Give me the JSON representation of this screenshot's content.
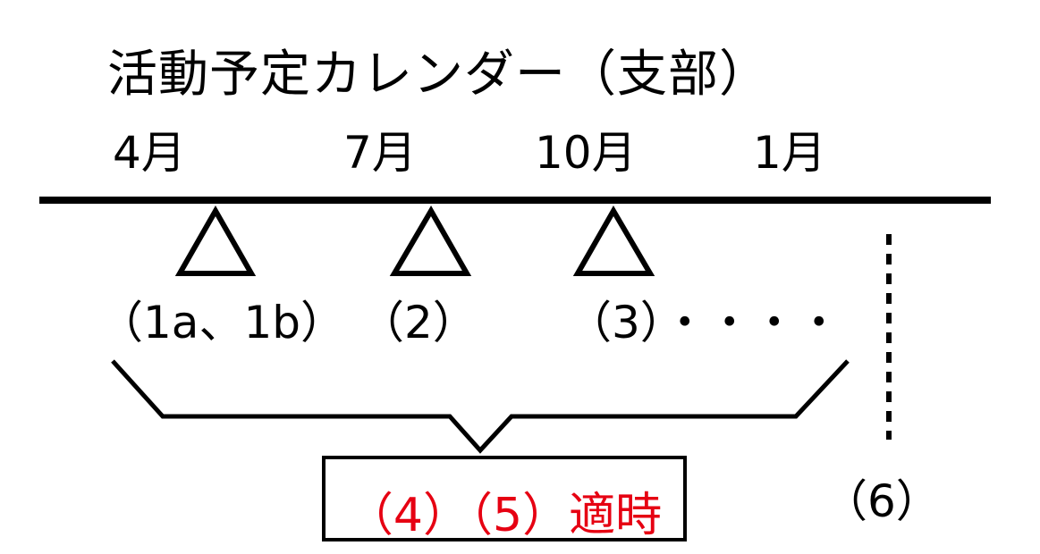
{
  "title": "活動予定カレンダー（支部）",
  "months": [
    "4月",
    "7月",
    "10月",
    "1月"
  ],
  "events": {
    "e1": "（1a、1b）",
    "e2": "（2）",
    "e3": "（3）・・・・",
    "e6": "（6）"
  },
  "box": {
    "label": "（4）（5）適時",
    "color": "#e60012"
  }
}
